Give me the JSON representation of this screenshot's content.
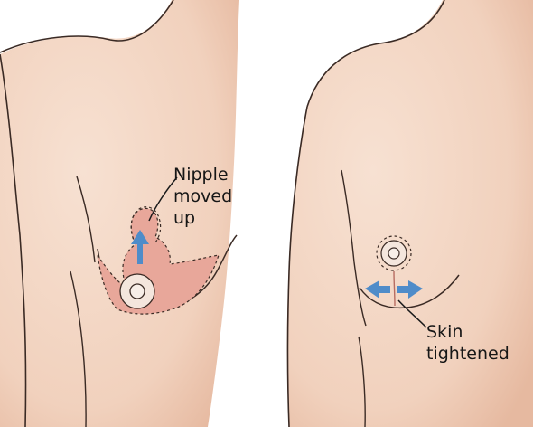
{
  "panels": [
    {
      "id": "before",
      "callout": {
        "lines": [
          "Nipple",
          "moved",
          "up"
        ]
      }
    },
    {
      "id": "after",
      "callout": {
        "lines": [
          "Skin",
          "tightened"
        ]
      }
    }
  ],
  "colors": {
    "skin": "#f3d6c4",
    "skin_shadow": "#e9bfa6",
    "incision_area": "#e8a79a",
    "outline": "#3a2a24",
    "arrow": "#4f8cc9",
    "leader": "#1a1a1a",
    "background": "#ffffff"
  }
}
